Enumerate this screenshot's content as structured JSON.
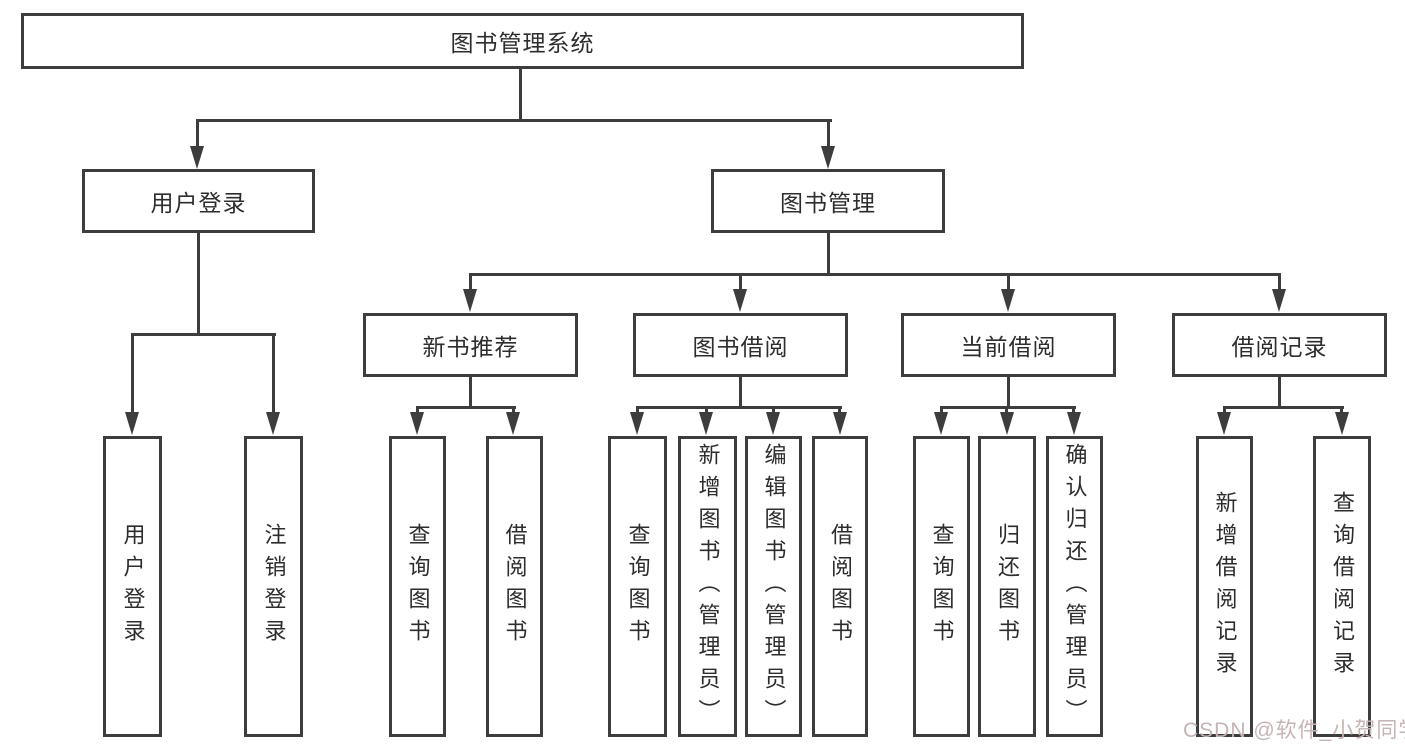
{
  "nodes": {
    "root": "图书管理系统",
    "user_login": "用户登录",
    "book_mgmt": "图书管理",
    "new_book_rec": "新书推荐",
    "book_borrow": "图书借阅",
    "current_borrow": "当前借阅",
    "borrow_record": "借阅记录",
    "leaf_user_login": "用户登录",
    "leaf_logout": "注销登录",
    "leaf_query_book_1": "查询图书",
    "leaf_borrow_book_1": "借阅图书",
    "leaf_query_book_2": "查询图书",
    "leaf_add_book": "新增图书（管理员）",
    "leaf_edit_book": "编辑图书（管理员）",
    "leaf_borrow_book_2": "借阅图书",
    "leaf_query_book_3": "查询图书",
    "leaf_return_book": "归还图书",
    "leaf_confirm_return": "确认归还（管理员）",
    "leaf_add_record": "新增借阅记录",
    "leaf_query_record": "查询借阅记录"
  },
  "watermark": "CSDN @软件_小贺同学",
  "colors": {
    "line": "#3d3d3d",
    "text": "#2d2d2d",
    "watermark": "#c6b4b4",
    "background": "#ffffff"
  }
}
